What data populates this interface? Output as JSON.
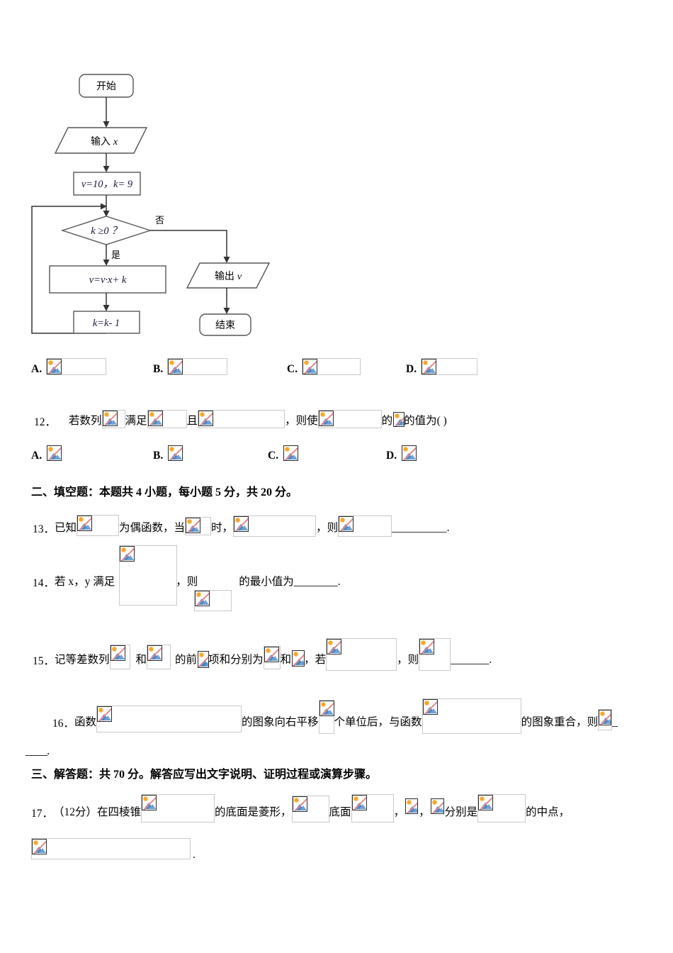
{
  "document": {
    "type": "math-exam-paper",
    "language": "zh-CN"
  },
  "flowchart": {
    "title": "program-flowchart",
    "nodes": {
      "start": "开始",
      "input": "输入 x",
      "init": "v=10，k= 9",
      "condition": "k ≥0 ？",
      "process_v": "v=v·x+ k",
      "process_k": "k=k- 1",
      "output": "输出 v",
      "end": "结束"
    },
    "edge_labels": {
      "no": "否",
      "yes": "是"
    }
  },
  "options_row_1": {
    "name": "question-11-options",
    "items": [
      {
        "letter": "A.",
        "image": "broken-image"
      },
      {
        "letter": "B.",
        "image": "broken-image"
      },
      {
        "letter": "C.",
        "image": "broken-image"
      },
      {
        "letter": "D.",
        "image": "broken-image"
      }
    ]
  },
  "question_12": {
    "number": "12．",
    "segments": [
      "若数列",
      "满足",
      "且",
      "，则使",
      "的",
      "的值为(   )"
    ]
  },
  "options_row_2": {
    "name": "question-12-options",
    "items": [
      {
        "letter": "A.",
        "image": "broken-image"
      },
      {
        "letter": "B.",
        "image": "broken-image"
      },
      {
        "letter": "C.",
        "image": "broken-image"
      },
      {
        "letter": "D.",
        "image": "broken-image"
      }
    ]
  },
  "section_2": {
    "heading": "二、填空题：本题共 4 小题，每小题 5 分，共 20 分。"
  },
  "question_13": {
    "number": "13．",
    "segments": [
      "已知",
      "为偶函数，当",
      "时，",
      "，则",
      "__________."
    ]
  },
  "question_14": {
    "number": "14．",
    "segments": [
      "若 x，y 满足",
      "，则",
      "的最小值为________."
    ]
  },
  "question_15": {
    "number": "15．",
    "segments": [
      "记等差数列",
      "和",
      "的前",
      "项和分别为",
      "和",
      "，若",
      "，则",
      "_______."
    ]
  },
  "question_16": {
    "number": "16．",
    "segments": [
      "函数",
      "的图象向右平移",
      "个单位后，与函数",
      "的图象重合，则",
      "_"
    ],
    "continuation": "____."
  },
  "section_3": {
    "heading": "三、解答题：共 70 分。解答应写出文字说明、证明过程或演算步骤。"
  },
  "question_17": {
    "number": "17．",
    "segments": [
      "（12分）在四棱锥",
      "的底面是菱形，",
      "底面",
      "，",
      "，",
      "分别是",
      "的中点，"
    ],
    "trailing_period": "."
  },
  "colors": {
    "text": "#000000",
    "shape_stroke": "#555555",
    "image_frame": "#c9c9c9",
    "icon_sun": "#f5a623",
    "icon_mountain": "#4a86c5",
    "icon_slash": "#e08a8a"
  }
}
